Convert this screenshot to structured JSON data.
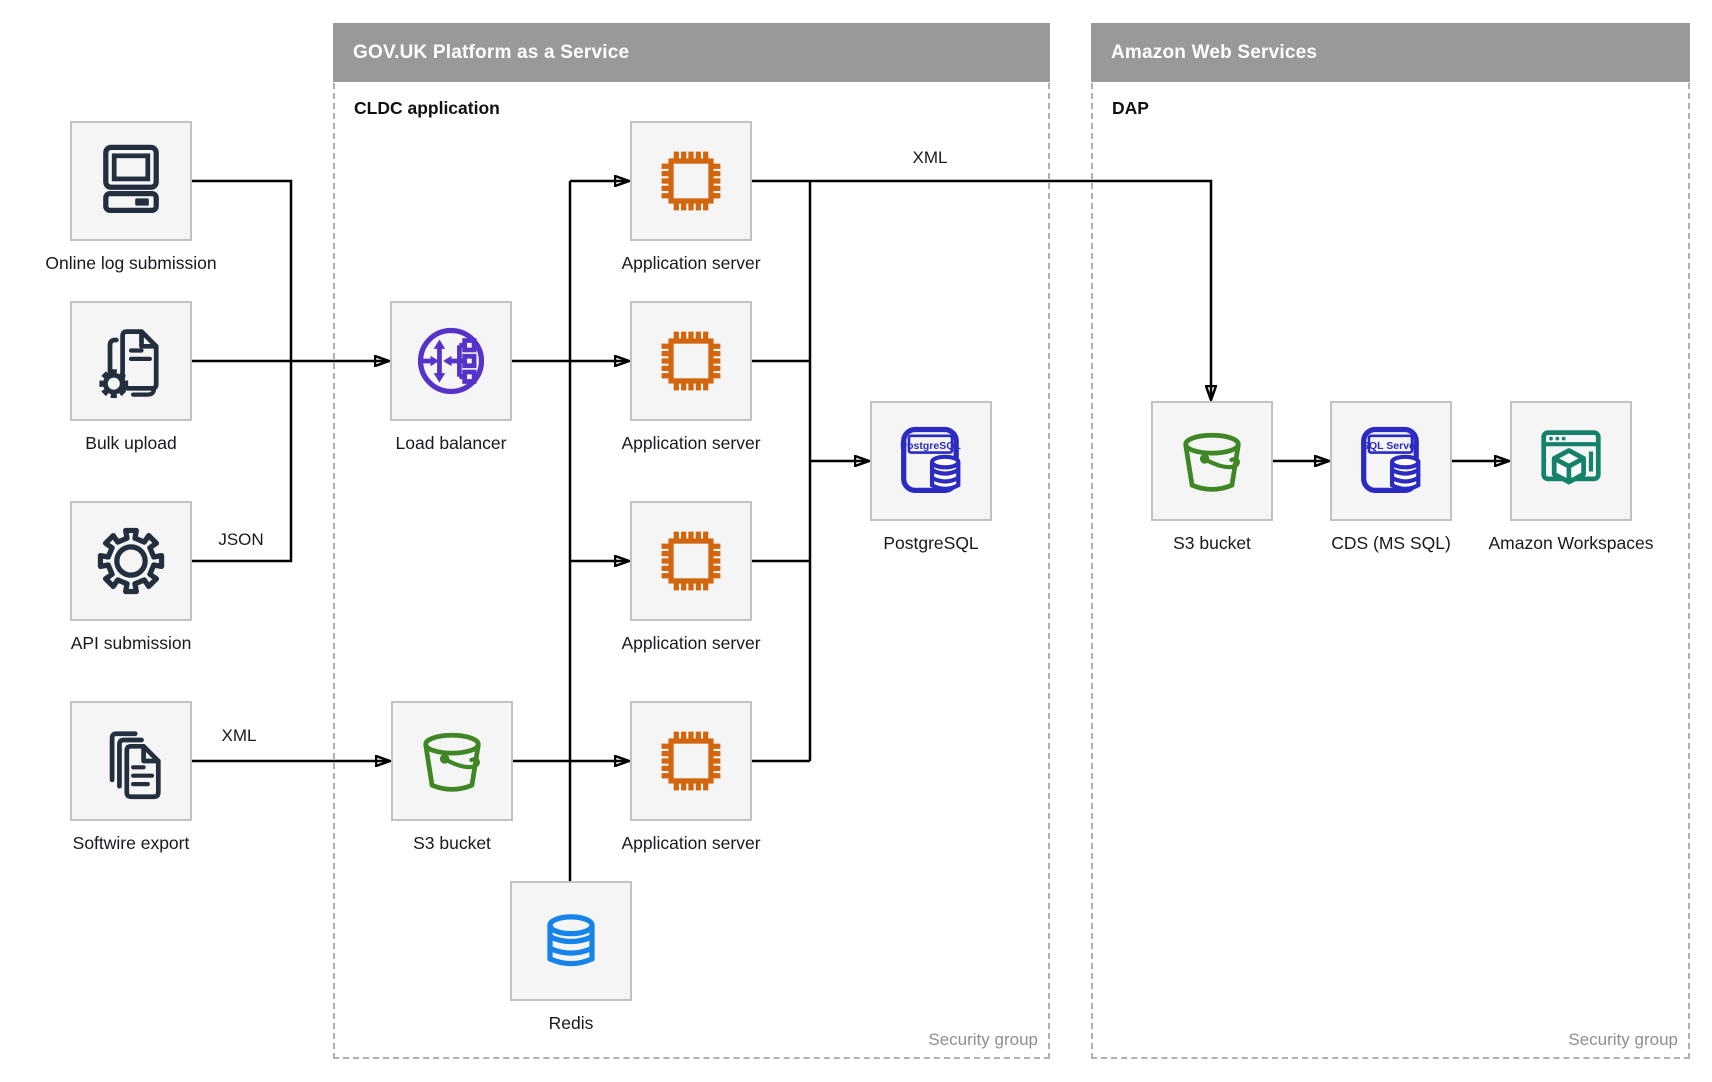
{
  "containers": {
    "paas": {
      "title": "GOV.UK Platform as a Service",
      "subtitle": "CLDC application",
      "footer": "Security group"
    },
    "aws": {
      "title": "Amazon Web Services",
      "subtitle": "DAP",
      "footer": "Security group"
    }
  },
  "nodes": {
    "online_log": {
      "label": "Online log submission"
    },
    "bulk_upload": {
      "label": "Bulk upload"
    },
    "api_submission": {
      "label": "API submission"
    },
    "softwire_export": {
      "label": "Softwire export"
    },
    "load_balancer": {
      "label": "Load balancer"
    },
    "s3_paas": {
      "label": "S3 bucket"
    },
    "app_server_1": {
      "label": "Application server"
    },
    "app_server_2": {
      "label": "Application server"
    },
    "app_server_3": {
      "label": "Application server"
    },
    "app_server_4": {
      "label": "Application server"
    },
    "redis": {
      "label": "Redis"
    },
    "postgresql": {
      "label": "PostgreSQL"
    },
    "s3_aws": {
      "label": "S3 bucket"
    },
    "cds": {
      "label": "CDS (MS SQL)"
    },
    "workspaces": {
      "label": "Amazon Workspaces"
    }
  },
  "icon_text": {
    "postgresql": "PostgreSQL",
    "sql_server": "SQL Server"
  },
  "edge_labels": {
    "json": "JSON",
    "xml_left": "XML",
    "xml_top": "XML"
  },
  "edges": [
    {
      "from": "Online log submission",
      "to": "Load balancer",
      "label": ""
    },
    {
      "from": "Bulk upload",
      "to": "Load balancer",
      "label": ""
    },
    {
      "from": "API submission",
      "to": "Load balancer",
      "label": "JSON"
    },
    {
      "from": "Softwire export",
      "to": "S3 bucket (PaaS)",
      "label": "XML"
    },
    {
      "from": "Load balancer",
      "to": "Application server 1",
      "label": ""
    },
    {
      "from": "Load balancer",
      "to": "Application server 2",
      "label": ""
    },
    {
      "from": "Load balancer",
      "to": "Application server 3",
      "label": ""
    },
    {
      "from": "Load balancer",
      "to": "Application server 4",
      "label": ""
    },
    {
      "from": "S3 bucket (PaaS)",
      "to": "Application servers",
      "label": ""
    },
    {
      "from": "Redis",
      "to": "Application servers",
      "label": ""
    },
    {
      "from": "Application servers",
      "to": "PostgreSQL",
      "label": ""
    },
    {
      "from": "Application server 1",
      "to": "S3 bucket (DAP)",
      "label": "XML"
    },
    {
      "from": "S3 bucket (DAP)",
      "to": "CDS (MS SQL)",
      "label": ""
    },
    {
      "from": "CDS (MS SQL)",
      "to": "Amazon Workspaces",
      "label": ""
    }
  ],
  "colors": {
    "header_gray": "#999999",
    "dashed_border": "#b0b0b0",
    "node_fill": "#f5f5f5",
    "node_border": "#c2c2c2",
    "dark_navy": "#232f3e",
    "orange": "#d2660f",
    "purple": "#5632c8",
    "indigo": "#2b2bc4",
    "green": "#3f8624",
    "blue": "#1583ea",
    "teal": "#15816b",
    "line_black": "#000000"
  }
}
